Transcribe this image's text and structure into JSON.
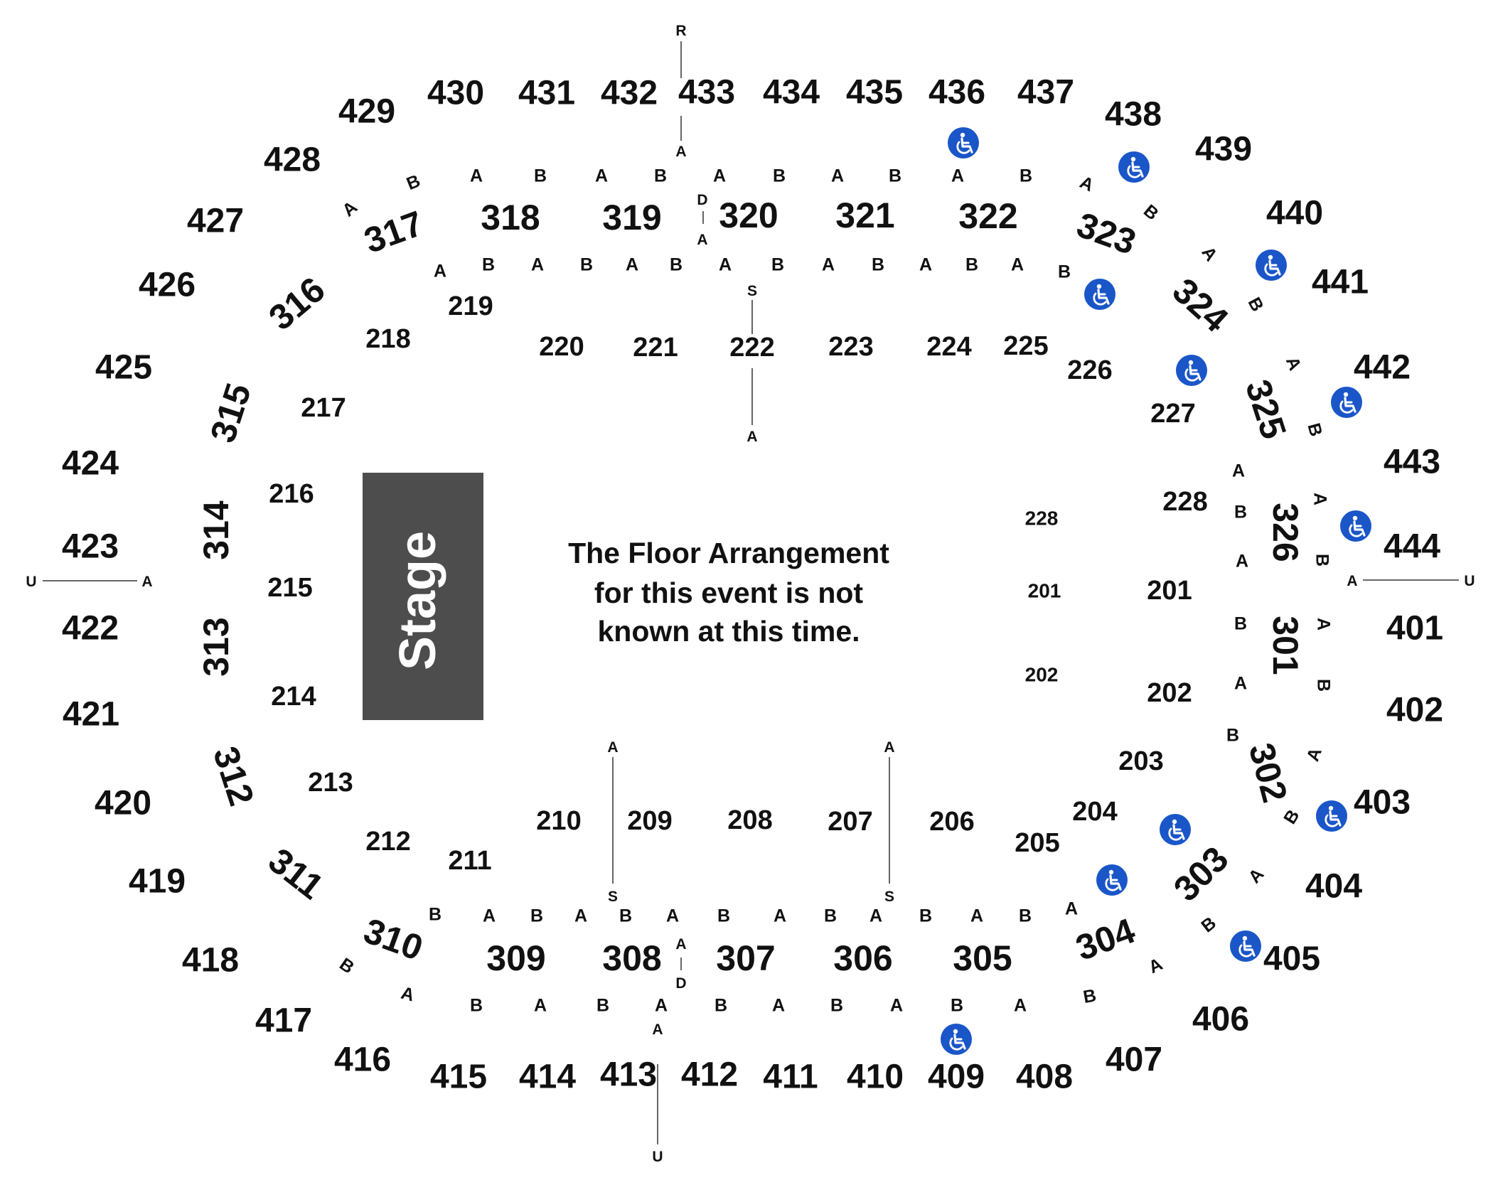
{
  "colors": {
    "background": "#ffffff",
    "stage": "#4d4d4d",
    "stage_text": "#ffffff",
    "text": "#111111",
    "accessible_badge": "#1a56c8",
    "aisle_line": "#333333"
  },
  "stage": {
    "label": "Stage"
  },
  "notice": {
    "line1": "The Floor Arrangement",
    "line2": "for this event is not",
    "line3": "known at this time."
  },
  "icons": {
    "accessible": "wheelchair-accessible-icon"
  },
  "sections_400": [
    "401",
    "402",
    "403",
    "404",
    "405",
    "406",
    "407",
    "408",
    "409",
    "410",
    "411",
    "412",
    "413",
    "414",
    "415",
    "416",
    "417",
    "418",
    "419",
    "420",
    "421",
    "422",
    "423",
    "424",
    "425",
    "426",
    "427",
    "428",
    "429",
    "430",
    "431",
    "432",
    "433",
    "434",
    "435",
    "436",
    "437",
    "438",
    "439",
    "440",
    "441",
    "442",
    "443",
    "444"
  ],
  "sections_300": [
    "301",
    "302",
    "303",
    "304",
    "305",
    "306",
    "307",
    "308",
    "309",
    "310",
    "311",
    "312",
    "313",
    "314",
    "315",
    "316",
    "317",
    "318",
    "319",
    "320",
    "321",
    "322",
    "323",
    "324",
    "325",
    "326"
  ],
  "sections_200": [
    "201",
    "202",
    "203",
    "204",
    "205",
    "206",
    "207",
    "208",
    "209",
    "210",
    "211",
    "212",
    "213",
    "214",
    "215",
    "216",
    "217",
    "218",
    "219",
    "220",
    "221",
    "222",
    "223",
    "224",
    "225",
    "226",
    "227",
    "228"
  ],
  "floor_sections": [
    "228",
    "201",
    "202"
  ],
  "row_labels": {
    "a": "A",
    "b": "B",
    "d": "D"
  },
  "aisle_labels": {
    "r": "R",
    "s": "S",
    "u": "U",
    "a": "A",
    "d": "D"
  }
}
